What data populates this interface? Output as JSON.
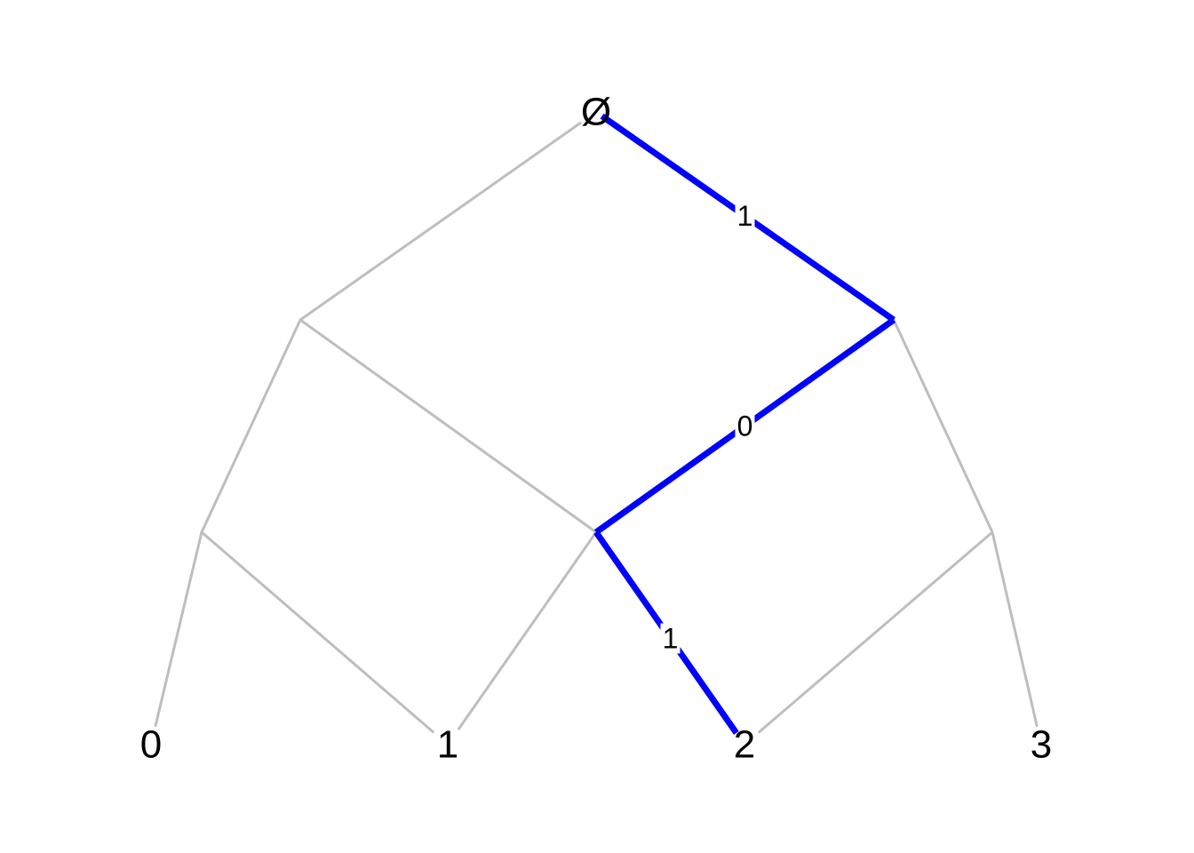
{
  "diagram": {
    "type": "tree",
    "colors": {
      "edge": "#bebebe",
      "highlight": "#0000ff",
      "text": "#000000",
      "background": "#ffffff"
    },
    "nodes": [
      {
        "id": "root",
        "label": "Ø"
      },
      {
        "id": "n_left",
        "label": ""
      },
      {
        "id": "n_right",
        "label": ""
      },
      {
        "id": "n_ll",
        "label": ""
      },
      {
        "id": "n_mid",
        "label": ""
      },
      {
        "id": "n_rr",
        "label": ""
      },
      {
        "id": "leaf0",
        "label": "0"
      },
      {
        "id": "leaf1",
        "label": "1"
      },
      {
        "id": "leaf2",
        "label": "2"
      },
      {
        "id": "leaf3",
        "label": "3"
      }
    ],
    "edges": [
      {
        "from": "root",
        "to": "n_left",
        "highlighted": false,
        "label": ""
      },
      {
        "from": "root",
        "to": "n_right",
        "highlighted": true,
        "label": "1"
      },
      {
        "from": "n_left",
        "to": "n_ll",
        "highlighted": false,
        "label": ""
      },
      {
        "from": "n_left",
        "to": "n_mid",
        "highlighted": false,
        "label": ""
      },
      {
        "from": "n_right",
        "to": "n_mid",
        "highlighted": true,
        "label": "0"
      },
      {
        "from": "n_right",
        "to": "n_rr",
        "highlighted": false,
        "label": ""
      },
      {
        "from": "n_ll",
        "to": "leaf0",
        "highlighted": false,
        "label": ""
      },
      {
        "from": "n_ll",
        "to": "leaf1",
        "highlighted": false,
        "label": ""
      },
      {
        "from": "n_mid",
        "to": "leaf1",
        "highlighted": false,
        "label": ""
      },
      {
        "from": "n_mid",
        "to": "leaf2",
        "highlighted": true,
        "label": "1"
      },
      {
        "from": "n_rr",
        "to": "leaf2",
        "highlighted": false,
        "label": ""
      },
      {
        "from": "n_rr",
        "to": "leaf3",
        "highlighted": false,
        "label": ""
      }
    ]
  }
}
